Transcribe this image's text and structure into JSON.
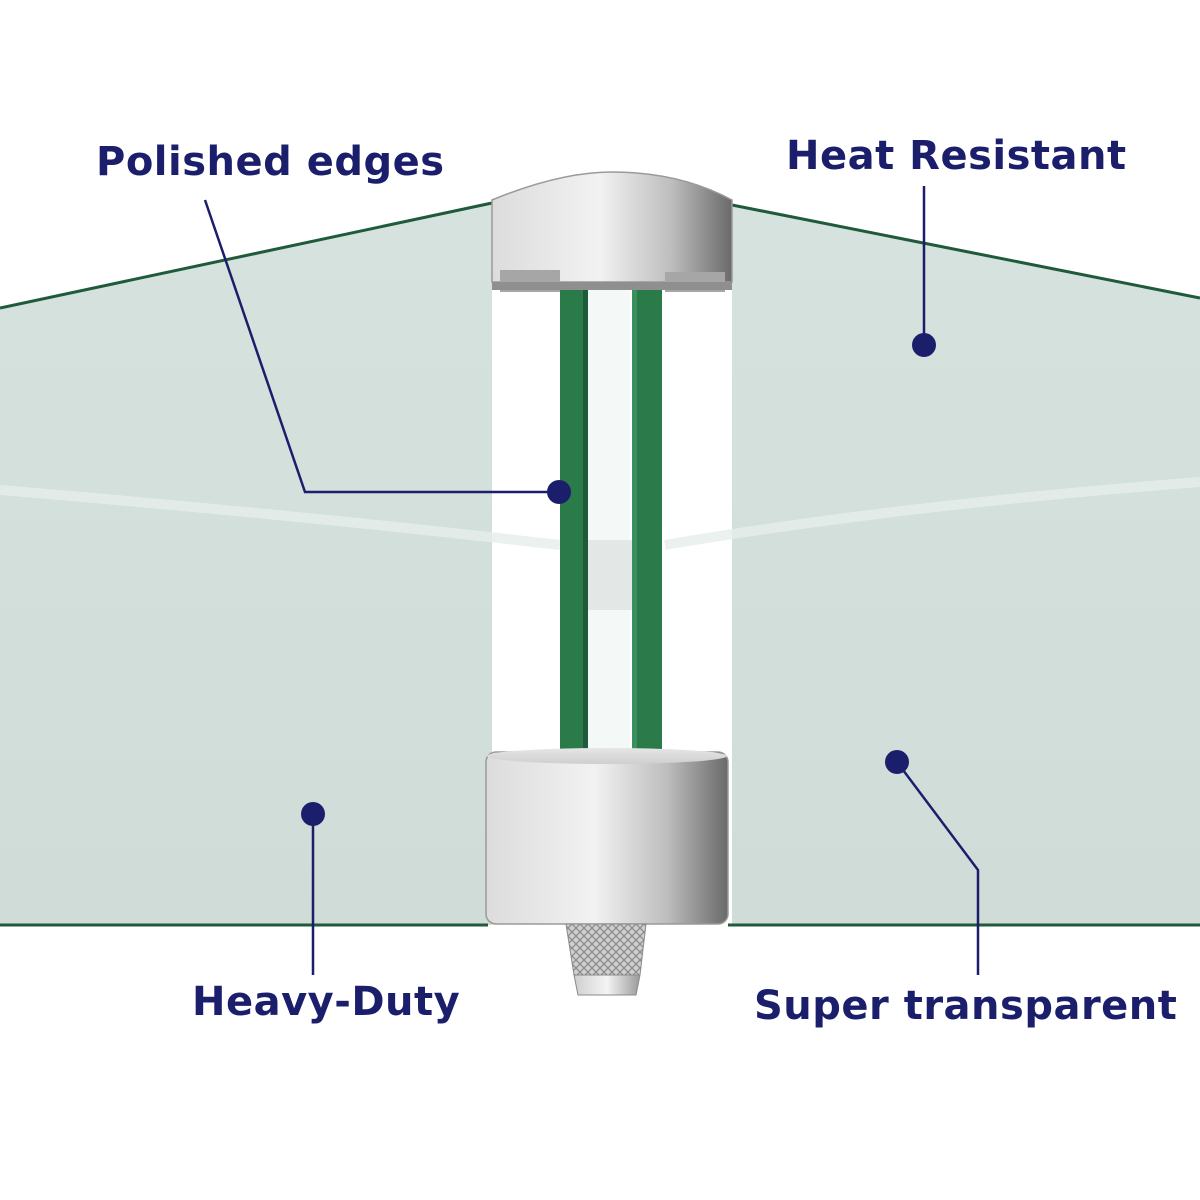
{
  "callouts": {
    "polished_edges": "Polished edges",
    "heat_resistant": "Heat Resistant",
    "heavy_duty": "Heavy-Duty",
    "super_transparent": "Super transparent"
  },
  "colors": {
    "label_text": "#1b1f6b",
    "callout_line": "#1b1f6b",
    "glass_fill": "#d3e0dc",
    "glass_edge": "#1f5a3a",
    "glass_side": "#2a7a4a",
    "metal": "#d8d8d8"
  }
}
